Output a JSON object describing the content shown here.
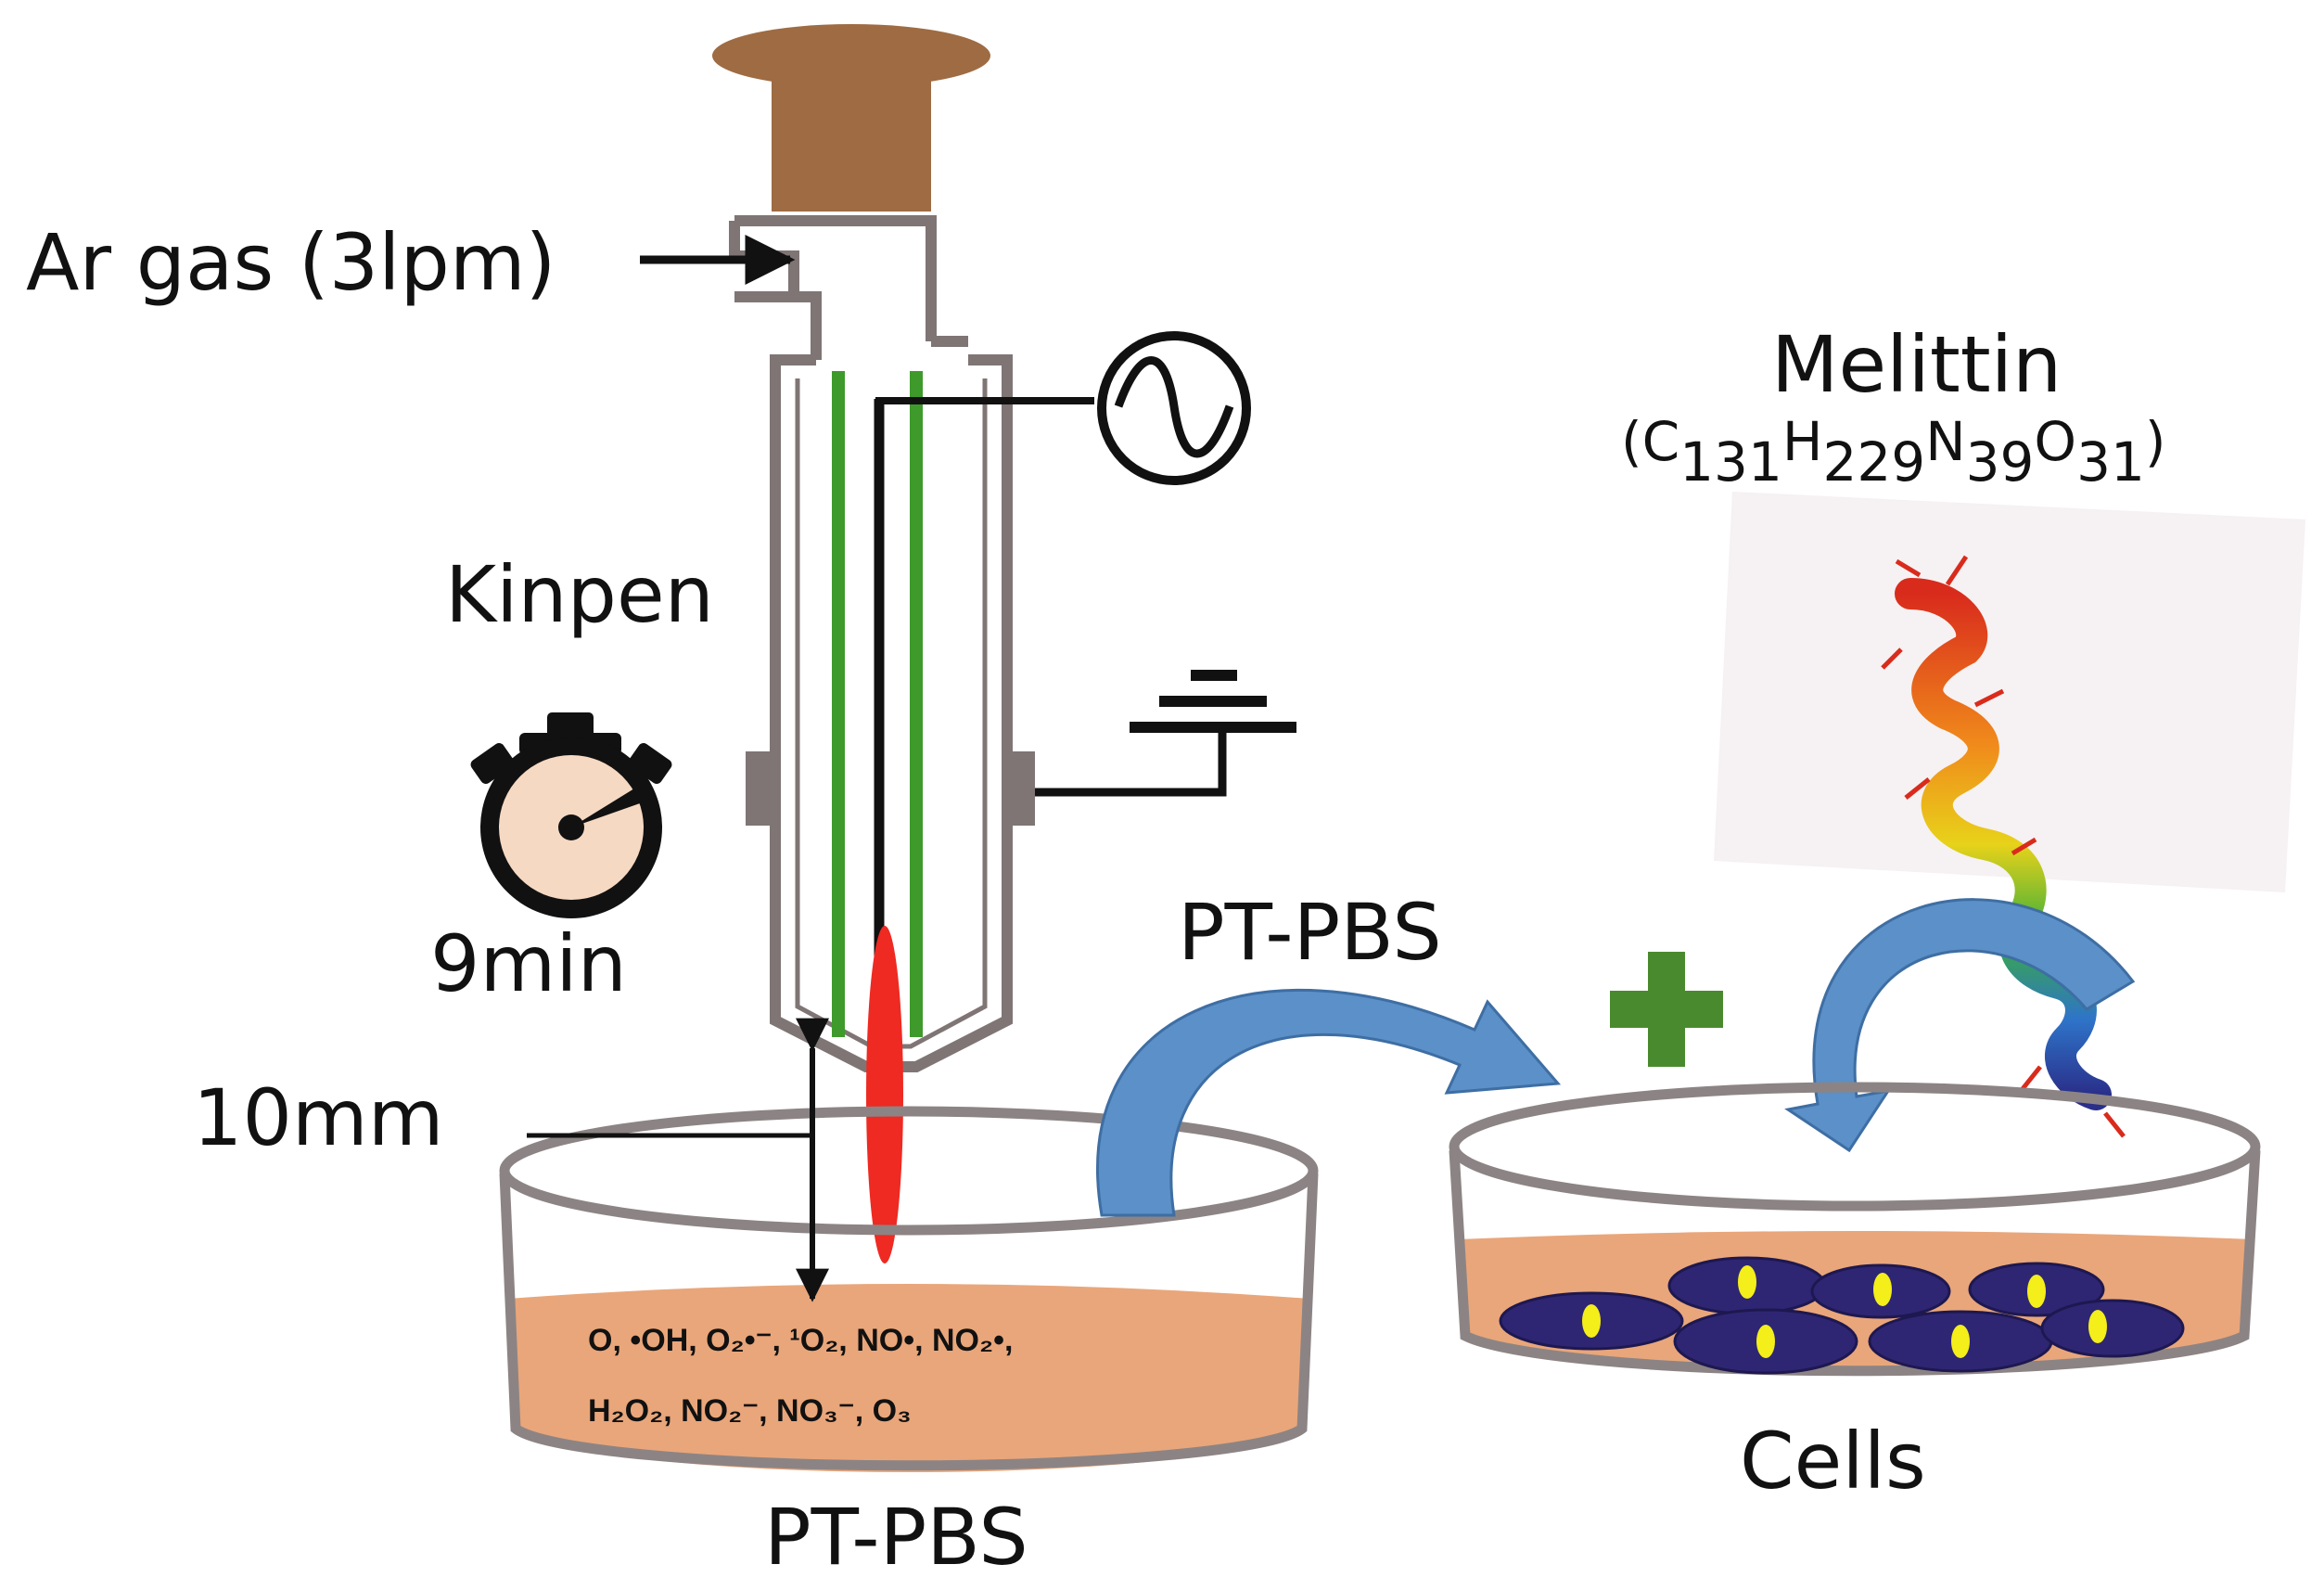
{
  "labels": {
    "ar_gas": "Ar gas (3lpm)",
    "kinpen": "Kinpen",
    "time": "9min",
    "distance": "10mm",
    "pt_pbs_bottom": "PT-PBS",
    "pt_pbs_arrow": "PT-PBS",
    "melittin": "Melittin",
    "cells": "Cells"
  },
  "formula": {
    "open": "(",
    "c": "C",
    "c_n": "131",
    "h": "H",
    "h_n": "229",
    "n": "N",
    "n_n": "39",
    "o": "O",
    "o_n": "31",
    "close": ")"
  },
  "species": {
    "line1": "O, •OH, O₂•⁻, ¹O₂, NO•, NO₂•,",
    "line2": "H₂O₂, NO₂⁻, NO₃⁻, O₃"
  },
  "colors": {
    "cap": "#9e6b43",
    "tube": "#7f7575",
    "electrode": "#3e9a2b",
    "wire": "#111111",
    "plasma": "#ee2a22",
    "liquid": "#e9a67a",
    "dish": "#8c8484",
    "arrow": "#5b90c8",
    "plus": "#4a8a2e",
    "cell": "#2e2673",
    "nucleus": "#f4ee1a"
  }
}
